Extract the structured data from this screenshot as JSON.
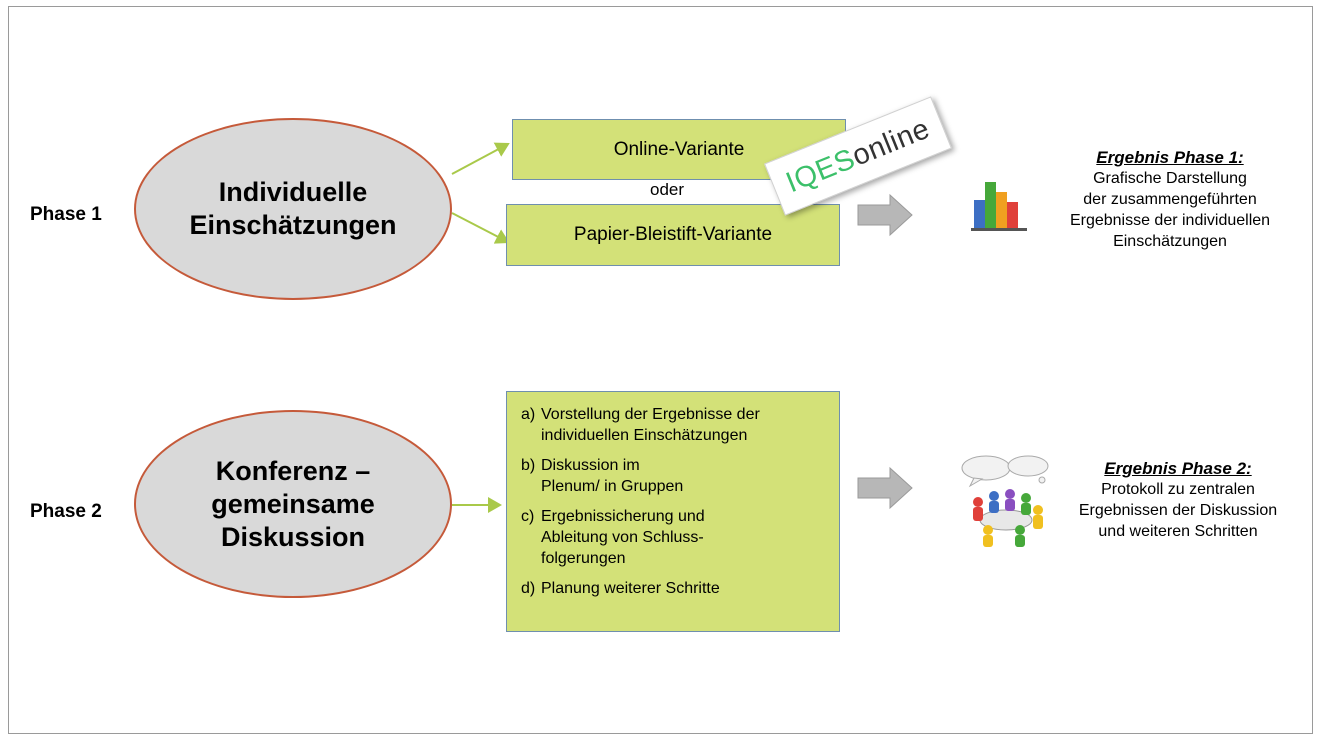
{
  "phase1": {
    "label": "Phase 1",
    "ellipse_line1": "Individuelle",
    "ellipse_line2": "Einschätzungen",
    "online_label": "Online-Variante",
    "oder_label": "oder",
    "paper_label": "Papier-Bleistift-Variante",
    "badge_part1": "IQES",
    "badge_part2": "online",
    "result_title": "Ergebnis Phase 1:",
    "result_lines": [
      "Grafische Darstellung",
      "der zusammengeführten",
      "Ergebnisse der individuellen",
      "Einschätzungen"
    ]
  },
  "phase2": {
    "label": "Phase 2",
    "ellipse_line1": "Konferenz –",
    "ellipse_line2": "gemeinsame",
    "ellipse_line3": "Diskussion",
    "steps": [
      {
        "letter": "a)",
        "text": "Vorstellung der Ergebnisse der individuellen Einschätzungen"
      },
      {
        "letter": "b)",
        "text": "Diskussion im Plenum/ in Gruppen"
      },
      {
        "letter": "c)",
        "text": "Ergebnissicherung und Ableitung von Schluss-folgerungen"
      },
      {
        "letter": "d)",
        "text": "Planung weiterer Schritte"
      }
    ],
    "result_title": "Ergebnis Phase 2:",
    "result_lines": [
      "Protokoll zu zentralen",
      "Ergebnissen der Diskussion",
      "und weiteren Schritten"
    ]
  },
  "colors": {
    "box_fill": "#d3e178",
    "box_border": "#6f8fae",
    "ellipse_fill": "#d9d9d9",
    "ellipse_border": "#c55a3a",
    "connector": "#a9c94a",
    "block_arrow": "#b7b7b7"
  },
  "icons": {
    "phase1_result": "bar-chart-icon",
    "phase2_result": "meeting-table-icon"
  }
}
